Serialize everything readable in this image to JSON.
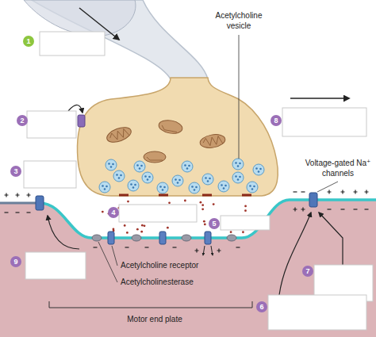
{
  "diagram": {
    "labels": [
      "1",
      "Acetylcholine vesicle",
      "8",
      "2",
      "Voltage-gated Na⁺ channels",
      "3",
      "4",
      "5",
      "9",
      "Acetylcholine receptor",
      "7",
      "Acetylcholinesterase",
      "6",
      "Motor end plate"
    ]
  }
}
